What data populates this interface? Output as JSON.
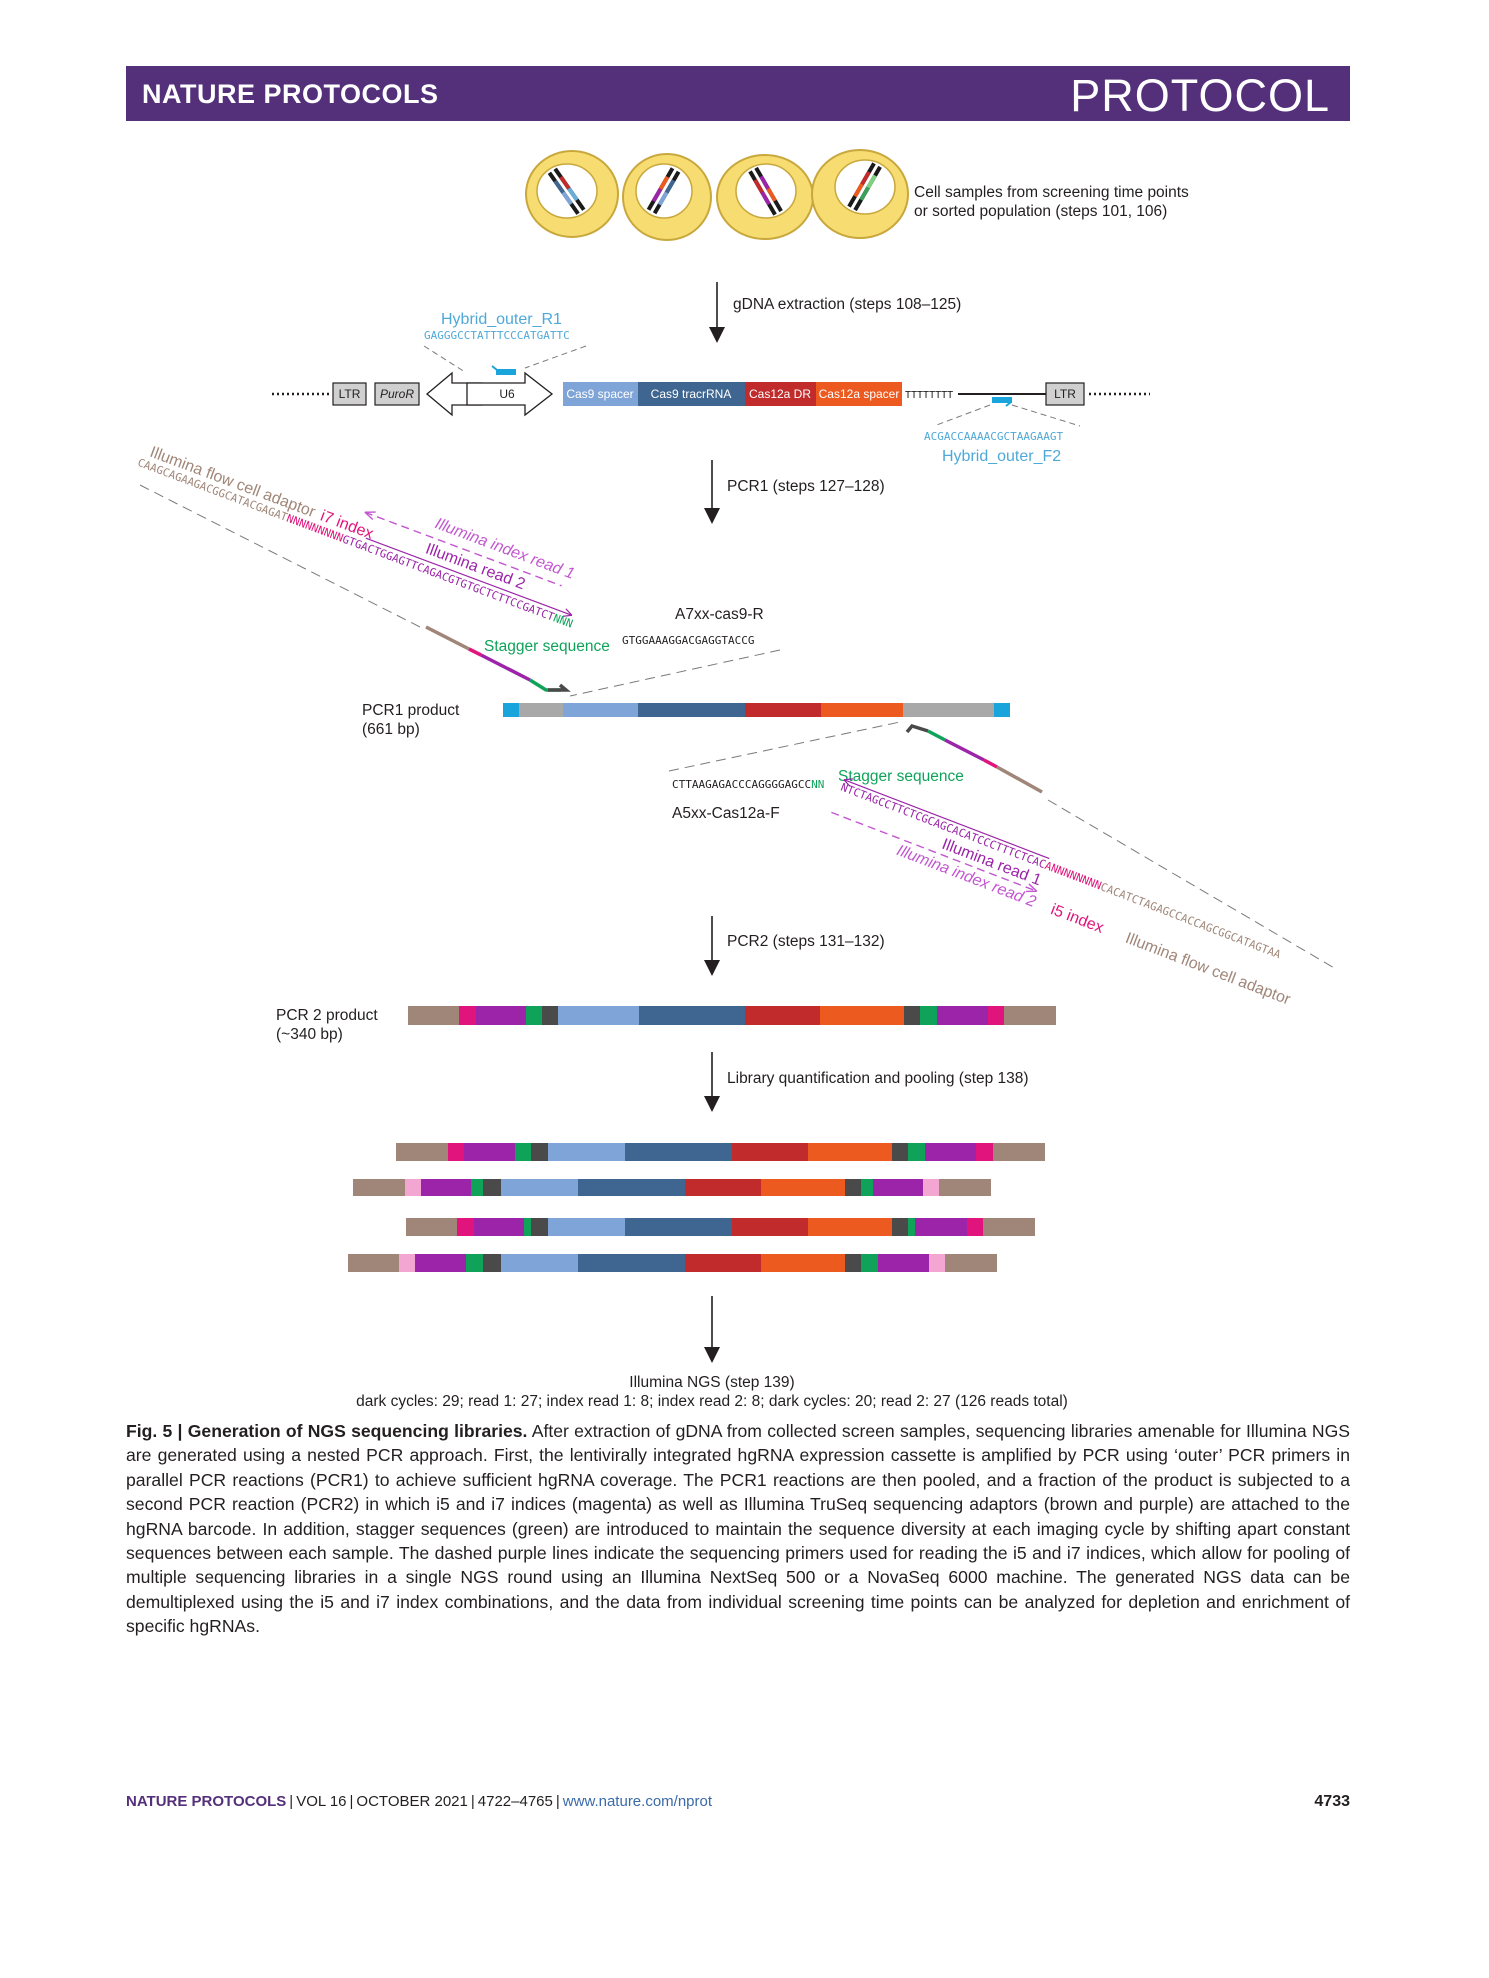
{
  "header": {
    "journal": "NATURE PROTOCOLS",
    "section": "PROTOCOL"
  },
  "figure": {
    "cells_label_1": "Cell samples from screening time points",
    "cells_label_2": "or sorted population (steps 101, 106)",
    "step1": "gDNA extraction (steps 108–125)",
    "primer_r1_name": "Hybrid_outer_R1",
    "primer_r1_seq": "GAGGGCCTATTTCCCATGATTC",
    "cassette": {
      "ltr": "LTR",
      "puro": "PuroR",
      "u6": "U6",
      "cas9_spacer": "Cas9 spacer",
      "cas9_tracr": "Cas9 tracrRNA",
      "cas12a_dr": "Cas12a DR",
      "cas12a_spacer": "Cas12a spacer",
      "polyT": "TTTTTTTT",
      "ltr2": "LTR"
    },
    "primer_f2_seq": "ACGACCAAAACGCTAAGAAGT",
    "primer_f2_name": "Hybrid_outer_F2",
    "step2": "PCR1 (steps 127–128)",
    "adaptor_top": "Illumina flow cell adaptor",
    "i7_index": "i7 index",
    "top_seq_brown": "CAAGCAGAAGACGGCATACGAGAT",
    "top_seq_magenta": "NNNNNNNNN",
    "top_seq_purple": "GTGACTGGAGTTCAGACGTGTGCTCTTCCGATCT",
    "top_seq_green": "NNN",
    "illumina_index_read1": "Illumina index read 1",
    "illumina_read2": "Illumina read 2",
    "primer_a7": "A7xx-cas9-R",
    "a7_seq": "GTGGAAAGGACGAGGTACCG",
    "stagger_top": "Stagger sequence",
    "pcr1_product_1": "PCR1 product",
    "pcr1_product_2": "(661 bp)",
    "a5_seq": "CTTAAGAGACCCAGGGGAGCC",
    "a5_seq_green": "NN",
    "stagger_bottom": "Stagger sequence",
    "primer_a5": "A5xx-Cas12a-F",
    "bot_seq_purple": "NTCTAGCCTTCTCGCAGCACATCCCTTTCTCAC",
    "bot_seq_magenta": "ANNNNNNNN",
    "bot_seq_brown": "CACATCTAGAGCCACCAGCGGCATAGTAA",
    "illumina_read1": "Illumina read 1",
    "illumina_index_read2": "Illumina index read 2",
    "i5_index": "i5 index",
    "adaptor_bottom": "Illumina flow cell adaptor",
    "step3": "PCR2 (steps 131–132)",
    "pcr2_product_1": "PCR 2 product",
    "pcr2_product_2": "(~340 bp)",
    "step4": "Library quantification and pooling (step 138)",
    "final_1": "Illumina NGS (step 139)",
    "final_2": "dark cycles: 29; read 1: 27; index read 1: 8; index read 2: 8; dark cycles: 20; read 2: 27 (126 reads total)"
  },
  "caption": {
    "title": "Fig. 5 | Generation of NGS sequencing libraries.",
    "body": " After extraction of gDNA from collected screen samples, sequencing libraries amenable for Illumina NGS are generated using a nested PCR approach. First, the lentivirally integrated hgRNA expression cassette is amplified by PCR using ‘outer’ PCR primers in parallel PCR reactions (PCR1) to achieve sufficient hgRNA coverage. The PCR1 reactions are then pooled, and a fraction of the product is subjected to a second PCR reaction (PCR2) in which i5 and i7 indices (magenta) as well as Illumina TruSeq sequencing adaptors (brown and purple) are attached to the hgRNA barcode. In addition, stagger sequences (green) are introduced to maintain the sequence diversity at each imaging cycle by shifting apart constant sequences between each sample. The dashed purple lines indicate the sequencing primers used for reading the i5 and i7 indices, which allow for pooling of multiple sequencing libraries in a single NGS round using an Illumina NextSeq 500 or a NovaSeq 6000 machine. The generated NGS data can be demultiplexed using the i5 and i7 index combinations, and the data from individual screening time points can be analyzed for depletion and enrichment of specific hgRNAs."
  },
  "footer": {
    "journal": "NATURE PROTOCOLS",
    "volume": "VOL 16",
    "date": "OCTOBER 2021",
    "pages": "4722–4765",
    "url": "www.nature.com/nprot",
    "page_number": "4733"
  },
  "colors": {
    "brown": "#a08678",
    "magenta": "#e0147c",
    "purple": "#9b24a8",
    "green": "#0fa35a",
    "darkgray": "#4a4a4a",
    "lightblue": "#7fa5d8",
    "navy": "#3e6690",
    "red": "#c12b2b",
    "orange": "#ec5a1f",
    "gray": "#a8a8a8",
    "cyan": "#1aa4dc",
    "pink": "#f3a6d2",
    "banner": "#54307a",
    "cell": "#f7dc72"
  }
}
